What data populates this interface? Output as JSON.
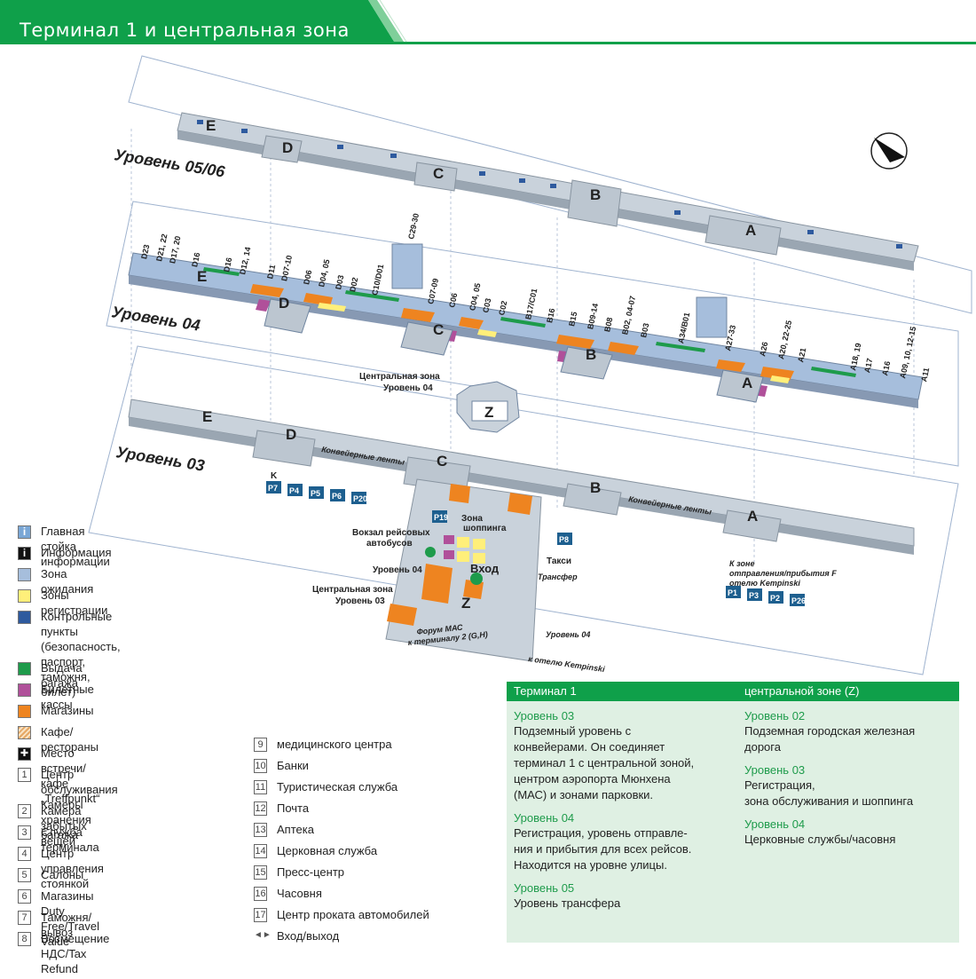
{
  "header": {
    "title": "Терминал 1 и центральная зона"
  },
  "colors": {
    "header_green": "#0fa04a",
    "info_panel": "#dff0e3",
    "waiting": "#a6bedc",
    "checkin": "#ffef7a",
    "control": "#2e5a9e",
    "baggage": "#1e9b4b",
    "tickets": "#b0509a",
    "shops": "#ee8420",
    "cafe": "#f2cc9a"
  },
  "map": {
    "levels": {
      "l0506": "Уровень 05/06",
      "l04": "Уровень 04",
      "l03": "Уровень 03"
    },
    "piers": {
      "a": "A",
      "b": "B",
      "c": "C",
      "d": "D",
      "e": "E",
      "z": "Z"
    },
    "gates_d": [
      "D23",
      "D21, 22",
      "D17, 20",
      "D16",
      "D16",
      "D12, 14",
      "D11",
      "D07-10",
      "D06",
      "D04, 05",
      "D03",
      "D02",
      "C10/D01"
    ],
    "gates_c": [
      "C07-09",
      "C06",
      "C04, 05",
      "C03",
      "C02",
      "B17/C01"
    ],
    "gates_b": [
      "B16",
      "B15",
      "B09-14",
      "B08",
      "B02, 04-07",
      "B03"
    ],
    "gates_a": [
      "A34/B01",
      "A27-33",
      "A26",
      "A20, 22-25",
      "A21",
      "A18, 19",
      "A17",
      "A16",
      "A09, 10, 12-15",
      "A11"
    ],
    "gate_c2930": "C29-30",
    "labels": {
      "central_zone_l04": "Центральная зона\nУровень 04",
      "conveyor": "Конвейерные ленты",
      "conveyor_b": "Конвейерные ленты",
      "bus_station": "Вокзал рейсовых\nавтобусов",
      "level04": "Уровень 04",
      "central_zone_l03": "Центральная зона\nУровень 03",
      "shopping_zone": "Зона\nшоппинга",
      "entrance": "Вход",
      "taxi": "Такси",
      "transfer": "Трансфер",
      "forum": "Форум МАС\nк терминалу 2 (G,H)",
      "level04b": "Уровень 04",
      "kempinski": "к отелю Kempinski",
      "zone_f": "К зоне\nотправления/прибытия F\nотелю Kempinski",
      "k": "K"
    },
    "parking_codes": [
      "P7",
      "P4",
      "P5",
      "P6",
      "P20"
    ],
    "parking_codes_c": [
      "P19"
    ],
    "parking_codes_b": [
      "P8"
    ],
    "parking_codes_a": [
      "P1",
      "P3",
      "P2",
      "P26"
    ]
  },
  "legend": {
    "items": [
      {
        "label": "Главная стойка информации",
        "icon": "info-main"
      },
      {
        "label": "Информация",
        "icon": "info"
      },
      {
        "label": "Зона ожидания",
        "color": "#a6bedc"
      },
      {
        "label": "Зоны регистрации",
        "color": "#ffef7a"
      },
      {
        "label": "Контрольные пункты\n(безопасность, паспорт, таможня,\nбилет)",
        "color": "#2e5a9e"
      },
      {
        "label": "Выдача багажа",
        "color": "#1e9b4b"
      },
      {
        "label": "Билетные кассы",
        "color": "#b0509a"
      },
      {
        "label": "Магазины",
        "color": "#ee8420"
      },
      {
        "label": "Кафе/рестораны",
        "color": "#f2cc9a"
      },
      {
        "label": "Место встречи/кафе „Treffpunkt“",
        "icon": "meeting-point"
      },
      {
        "num": "1",
        "label": "Центр обслуживания\nКамеры хранения багажа"
      },
      {
        "num": "2",
        "label": "Камера забытых вещей"
      },
      {
        "num": "3",
        "label": "Служба терминала"
      },
      {
        "num": "4",
        "label": "Центр управления стоянкой"
      },
      {
        "num": "5",
        "label": "Салоны"
      },
      {
        "num": "6",
        "label": "Магазины Duty Free/Travel Value"
      },
      {
        "num": "7",
        "label": "Таможня/вывоз"
      },
      {
        "num": "8",
        "label": "Возмещение НДС/Tax Refund"
      }
    ],
    "items2": [
      {
        "num": "9",
        "label": "медицинского центра"
      },
      {
        "num": "10",
        "label": "Банки"
      },
      {
        "num": "11",
        "label": "Туристическая служба"
      },
      {
        "num": "12",
        "label": "Почта"
      },
      {
        "num": "13",
        "label": "Аптека"
      },
      {
        "num": "14",
        "label": "Церковная служба"
      },
      {
        "num": "15",
        "label": "Пресс-центр"
      },
      {
        "num": "16",
        "label": "Часовня"
      },
      {
        "num": "17",
        "label": "Центр проката автомобилей"
      },
      {
        "label": "Вход/выход",
        "icon": "entrance-exit"
      }
    ]
  },
  "info": {
    "col1_header": "Терминал 1",
    "col2_header": "центральной зоне (Z)",
    "col1": [
      {
        "level": "Уровень 03",
        "text": "Подземный уровень с\nконвейерами. Он соединяет\nтерминал 1 с центральной зоной,\nцентром аэропорта Мюнхена\n(МАС) и зонами парковки."
      },
      {
        "level": "Уровень 04",
        "text": "Регистрация, уровень отправле-\nния и прибытия для всех рейсов.\nНаходится на уровне улицы."
      },
      {
        "level": "Уровень 05",
        "text": "Уровень трансфера"
      }
    ],
    "col2": [
      {
        "level": "Уровень 02",
        "text": "Подземная городская железная\nдорога"
      },
      {
        "level": "Уровень 03",
        "text": "Регистрация,\nзона обслуживания и шоппинга"
      },
      {
        "level": "Уровень 04",
        "text": "Церковные службы/часовня"
      }
    ]
  }
}
